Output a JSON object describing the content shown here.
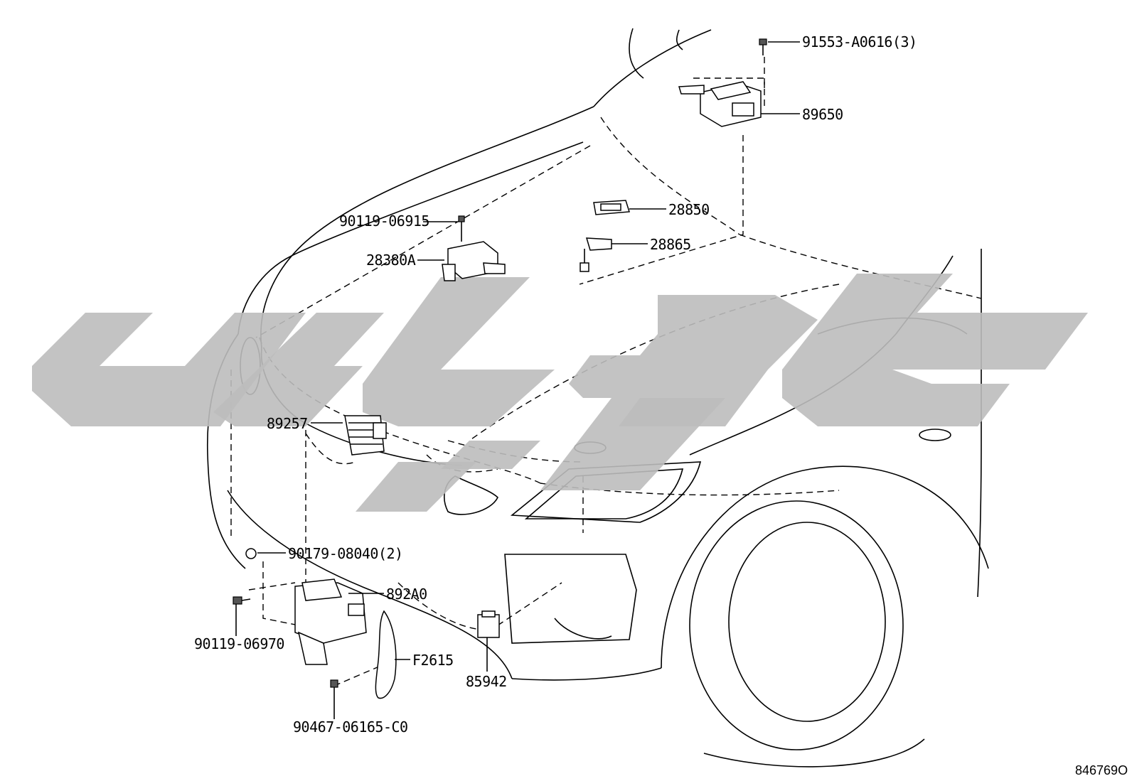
{
  "diagram_ref": "846769O",
  "watermark": {
    "shape": "stylized-logo",
    "color": "#bdbdbd"
  },
  "callouts": [
    {
      "id": "p1",
      "part_number": "91553-A0616(3)"
    },
    {
      "id": "p2",
      "part_number": "89650"
    },
    {
      "id": "p3",
      "part_number": "28850"
    },
    {
      "id": "p4",
      "part_number": "28865"
    },
    {
      "id": "p5",
      "part_number": "90119-06915"
    },
    {
      "id": "p6",
      "part_number": "28380A"
    },
    {
      "id": "p7",
      "part_number": "89257"
    },
    {
      "id": "p8",
      "part_number": "90179-08040(2)"
    },
    {
      "id": "p9",
      "part_number": "892A0"
    },
    {
      "id": "p10",
      "part_number": "90119-06970"
    },
    {
      "id": "p11",
      "part_number": "F2615"
    },
    {
      "id": "p12",
      "part_number": "85942"
    },
    {
      "id": "p13",
      "part_number": "90467-06165-C0"
    }
  ]
}
